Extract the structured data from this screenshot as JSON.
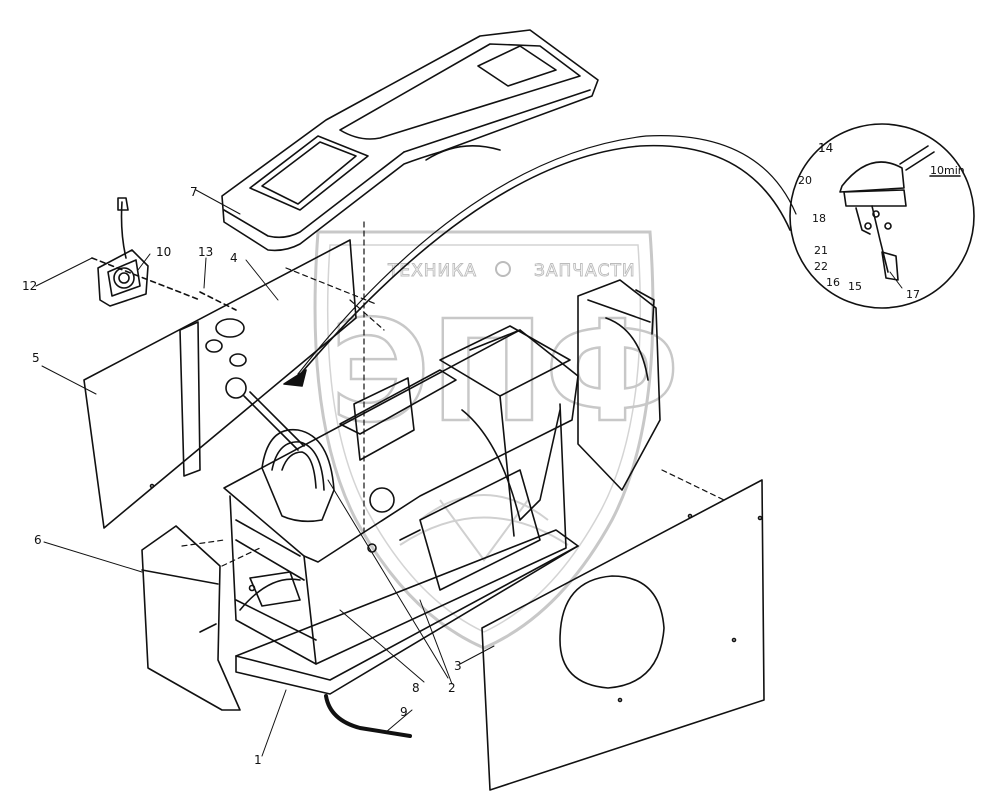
{
  "watermark": {
    "left_word": "ТЕХНИКА",
    "right_word": "ЗАПЧАСТИ",
    "monogram": "ЭПФ",
    "color": "#bcbcbc"
  },
  "callouts": {
    "c1": "1",
    "c2": "2",
    "c3": "3",
    "c4": "4",
    "c5": "5",
    "c6": "6",
    "c7": "7",
    "c8": "8",
    "c9": "9",
    "c10": "10",
    "c12": "12",
    "c13": "13",
    "c14": "14",
    "c15": "15",
    "c16": "16",
    "c17": "17",
    "c18": "18",
    "c20": "20",
    "c21": "21",
    "c22": "22"
  },
  "detail_note": "10min",
  "line_color": "#111111"
}
